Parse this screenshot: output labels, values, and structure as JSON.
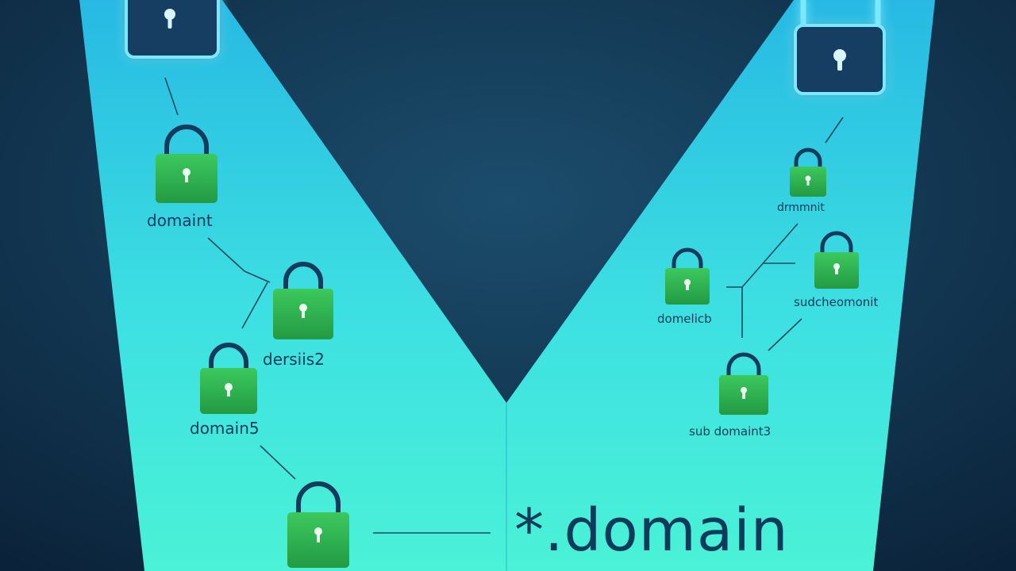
{
  "colors": {
    "background": "#0d2c47",
    "beam_top": "#2ec7e8",
    "beam_bottom": "#46f0d8",
    "lock_green": "#2fb34f",
    "lock_dark": "#143a5c",
    "text": "#123a5a"
  },
  "left_tree": {
    "root_lock_icon": "padlock-dark-icon",
    "nodes": [
      {
        "label": "domaint",
        "icon": "padlock-green-icon"
      },
      {
        "label": "dersiis2",
        "icon": "padlock-green-icon"
      },
      {
        "label": "domain5",
        "icon": "padlock-green-icon"
      },
      {
        "label": "",
        "icon": "padlock-green-icon"
      }
    ]
  },
  "right_tree": {
    "root_lock_icon": "padlock-dark-icon",
    "nodes": [
      {
        "label": "drmmnit",
        "icon": "padlock-green-icon"
      },
      {
        "label": "domelicb",
        "icon": "padlock-green-icon"
      },
      {
        "label": "sudcheomonit",
        "icon": "padlock-green-icon"
      },
      {
        "label": "sub domaint3",
        "icon": "padlock-green-icon"
      }
    ]
  },
  "wildcard_label": "*.domain"
}
